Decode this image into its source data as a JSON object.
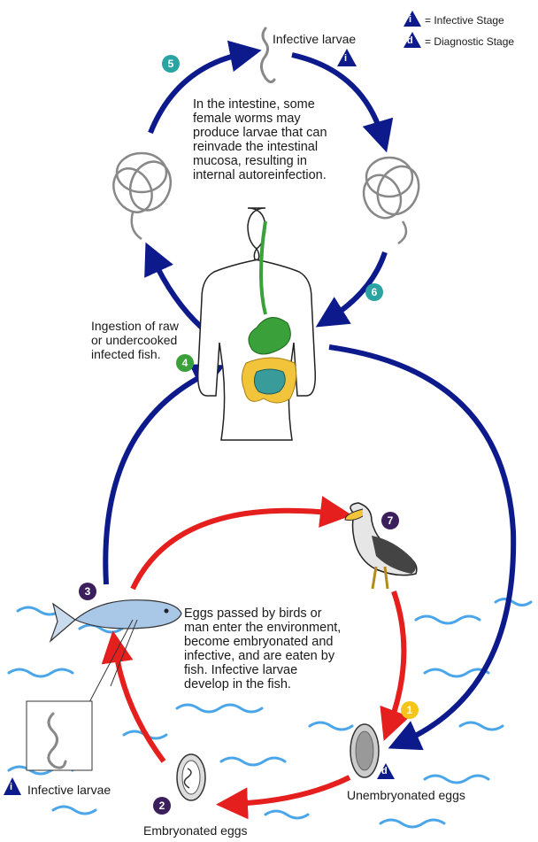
{
  "legend": {
    "infective_symbol": "i",
    "infective_text": "= Infective Stage",
    "diagnostic_symbol": "d",
    "diagnostic_text": "= Diagnostic Stage"
  },
  "stages": [
    {
      "number": "1",
      "color": "#f5c518"
    },
    {
      "number": "2",
      "color": "#3b1f5c"
    },
    {
      "number": "3",
      "color": "#3b1f5c"
    },
    {
      "number": "4",
      "color": "#3aa13a"
    },
    {
      "number": "5",
      "color": "#2aa3a3"
    },
    {
      "number": "6",
      "color": "#2aa3a3"
    },
    {
      "number": "7",
      "color": "#3b1f5c"
    }
  ],
  "labels": {
    "infective_larvae_top": "Infective larvae",
    "autoinfection_text": "In the intestine, some\nfemale worms may\nproduce larvae that can\nreinvade the intestinal\nmucosa, resulting in\ninternal autoreinfection.",
    "ingestion_text": "Ingestion of raw\nor undercooked\ninfected fish.",
    "eggs_text": "Eggs passed by birds or\nman enter the environment,\nbecome embryonated and\ninfective, and are eaten by\nfish.  Infective larvae\ndevelop in the fish.",
    "infective_larvae_bottom": "Infective larvae",
    "embryonated_eggs": "Embryonated eggs",
    "unembryonated_eggs": "Unembryonated eggs"
  },
  "colors": {
    "human_cycle_arrow": "#0d1a8c",
    "environment_cycle_arrow": "#e51e1e",
    "stage_marker": "#0d1a8c",
    "water": "#4aa6e8",
    "gut_green": "#3aa13a",
    "gut_yellow": "#f2c43c",
    "gut_teal": "#3a9b9b"
  },
  "icons": [
    "human-body-icon",
    "fish-icon",
    "pelican-icon",
    "larva-icon",
    "egg-icon",
    "coiled-worm-icon"
  ]
}
